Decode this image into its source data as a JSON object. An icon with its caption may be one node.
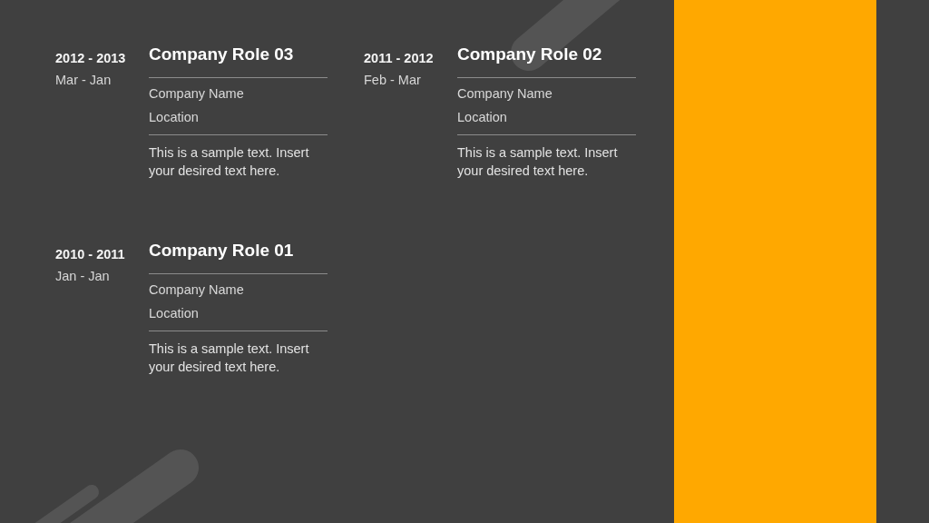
{
  "diagram": {
    "labels": [
      "2012 - 2013",
      "Mar - Jan",
      "Company Role 03",
      "Company Name",
      "Location",
      "This is a sample text. Insert your desired text here.",
      "2011 - 2012",
      "Feb - Mar",
      "Company Role 02",
      "Company Name",
      "Location",
      "This is a sample text. Insert your desired text here.",
      "2010 - 2011",
      "Jan - Jan",
      "Company Role 01",
      "Company Name",
      "Location",
      "This is a sample text. Insert your desired text here."
    ]
  }
}
